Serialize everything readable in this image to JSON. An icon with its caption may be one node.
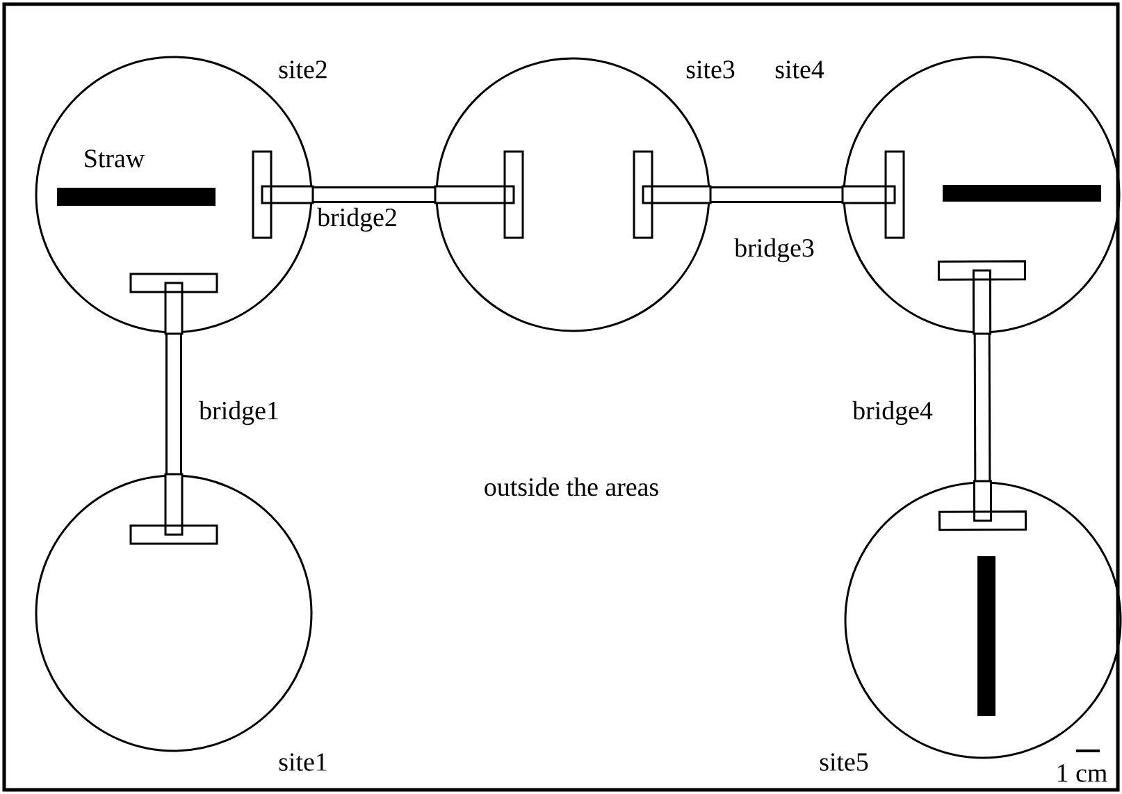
{
  "diagram": {
    "nodes": [
      {
        "text": [
          "site2"
        ]
      },
      {
        "text": [],
        "shape": "bar",
        "in": 0,
        "beside": [
          "Straw"
        ]
      },
      {
        "text": [
          "site3"
        ]
      },
      {
        "text": [
          "site4"
        ]
      },
      {
        "text": [],
        "shape": "bar",
        "in": 3
      },
      {
        "text": [
          "site1"
        ]
      },
      {
        "text": [
          "site5"
        ]
      },
      {
        "text": [],
        "shape": "bar",
        "in": 6
      }
    ],
    "edges": [
      {
        "from": 0,
        "to": 2,
        "arrow": "none",
        "label": "bridge2"
      },
      {
        "from": 2,
        "to": 3,
        "arrow": "none",
        "label": "bridge3"
      },
      {
        "from": 0,
        "to": 5,
        "arrow": "none",
        "label": "bridge1"
      },
      {
        "from": 3,
        "to": 6,
        "arrow": "none",
        "label": "bridge4"
      }
    ],
    "labels": [
      "outside the areas",
      "1 cm"
    ]
  }
}
